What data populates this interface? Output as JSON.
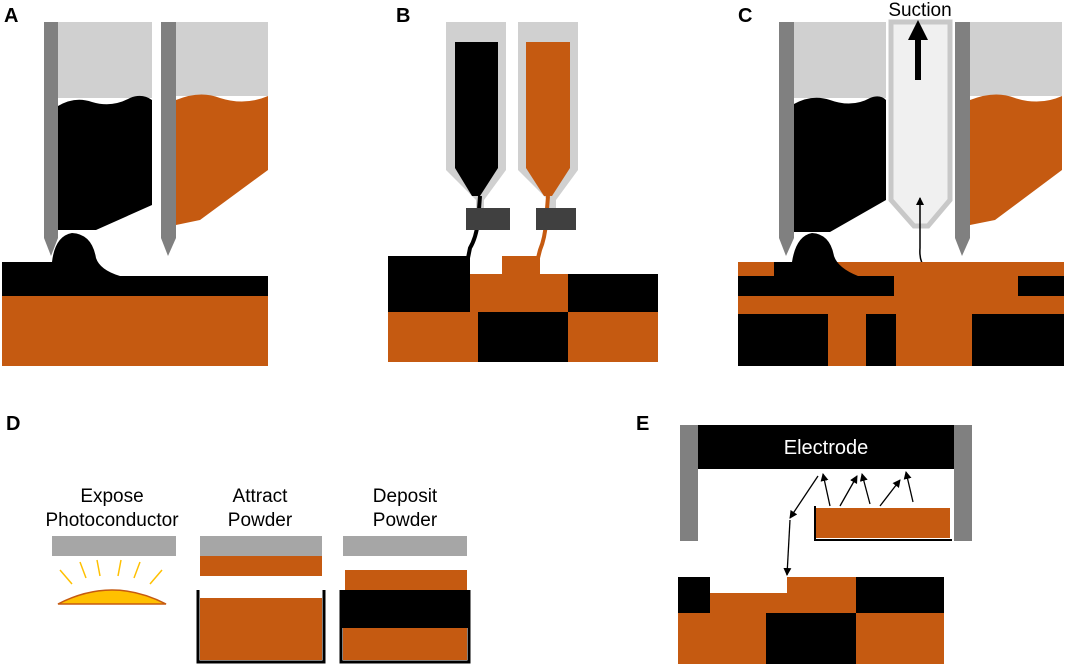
{
  "colors": {
    "black_material": "#000000",
    "orange_material": "#c55a11",
    "nozzle_gray": "#808080",
    "reservoir_gray": "#d0d0d0",
    "light_gray": "#a6a6a6",
    "dark_gray": "#404040",
    "suction_tube_fill": "#f0f0f0",
    "light_yellow": "#ffc000"
  },
  "panels": {
    "a": {
      "letter": "A"
    },
    "b": {
      "letter": "B"
    },
    "c": {
      "letter": "C",
      "suction_label": "Suction"
    },
    "d": {
      "letter": "D",
      "steps": [
        {
          "line1": "Expose",
          "line2": "Photoconductor"
        },
        {
          "line1": "Attract",
          "line2": "Powder"
        },
        {
          "line1": "Deposit",
          "line2": "Powder"
        }
      ]
    },
    "e": {
      "letter": "E",
      "electrode_label": "Electrode"
    }
  }
}
